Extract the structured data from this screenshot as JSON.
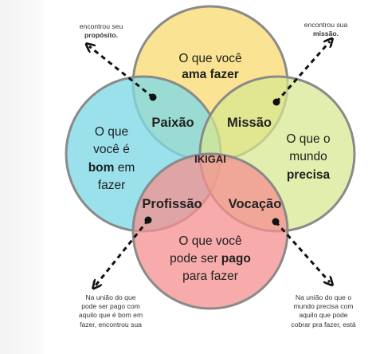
{
  "notes": {
    "top_left": {
      "line1": "encontrou seu",
      "line2": "propósito."
    },
    "top_right": {
      "line1": "encontrou sua",
      "line2": "missão."
    },
    "bottom_left": [
      "Na união do que",
      "pode ser pago com",
      "aquilo que é bom em",
      "fazer, encontrou sua"
    ],
    "bottom_right": [
      "Na união do que o",
      "mundo precisa com",
      "aquilo que pode",
      "cobrar pra fazer, está"
    ]
  },
  "circles": {
    "top": {
      "line1": "O que você",
      "line2": "ama fazer"
    },
    "left": {
      "line1": "O que",
      "line2": "você é",
      "bold": "bom",
      "rest": " em",
      "line4": "fazer"
    },
    "right": {
      "line1": "O que o",
      "line2": "mundo",
      "line3": "precisa"
    },
    "bottom": {
      "line1": "O que você",
      "line2_pre": "pode ser ",
      "line2_bold": "pago",
      "line3": "para fazer"
    }
  },
  "intersections": {
    "paixao": "Paixão",
    "missao": "Missão",
    "profissao": "Profissão",
    "vocacao": "Vocação",
    "center": "IKIGAI"
  },
  "colors": {
    "top": "#f9dc74",
    "left": "#7fd8e6",
    "right": "#d7e88f",
    "bottom": "#f58f8f",
    "stroke": "#8a8a8a"
  }
}
